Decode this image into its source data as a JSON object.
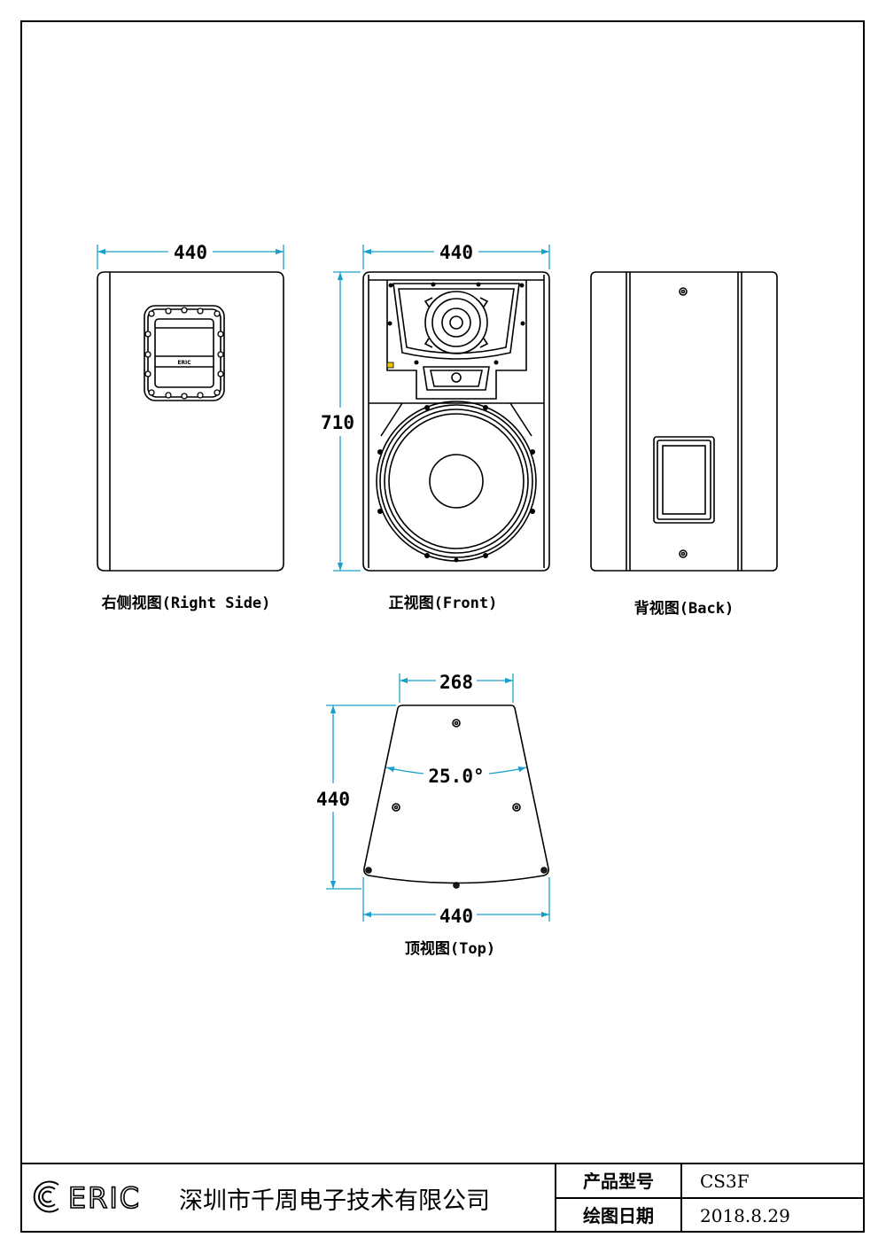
{
  "views": {
    "right_side": {
      "caption": "右侧视图(Right Side)",
      "width_dim": "440"
    },
    "front": {
      "caption": "正视图(Front)",
      "width_dim": "440",
      "height_dim": "710"
    },
    "back": {
      "caption": "背视图(Back)"
    },
    "top": {
      "caption": "顶视图(Top)",
      "top_width_dim": "268",
      "depth_dim": "440",
      "bottom_width_dim": "440",
      "angle_dim": "25.0°"
    }
  },
  "badge_text": "ERIC",
  "title_block": {
    "logo_text": "ERIC",
    "company": "深圳市千周电子技术有限公司",
    "model_label": "产品型号",
    "model_value": "CS3F",
    "date_label": "绘图日期",
    "date_value": "2018.8.29"
  },
  "colors": {
    "dimension": "#1aa0c8",
    "line": "#000000"
  }
}
